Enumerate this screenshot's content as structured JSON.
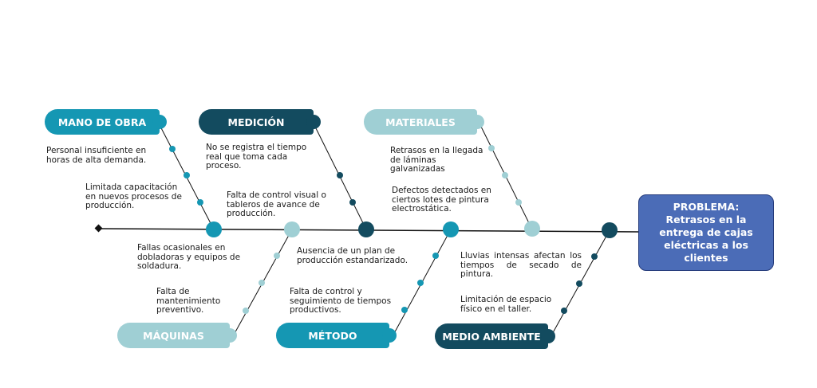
{
  "problem": "PROBLEMA: Retrasos en la entrega de cajas eléctricas a los clientes",
  "categories": {
    "mano_de_obra": "MANO DE OBRA",
    "medicion": "MEDICIÓN",
    "materiales": "MATERIALES",
    "maquinas": "MÁQUINAS",
    "metodo": "MÉTODO",
    "medio_ambiente": "MEDIO AMBIENTE"
  },
  "causes": {
    "mano_de_obra": [
      "Personal insuficiente en horas de alta demanda.",
      "Limitada capacitación en nuevos procesos de producción."
    ],
    "medicion": [
      "No se registra el tiempo real que toma cada proceso.",
      "Falta de control visual o tableros de avance de producción."
    ],
    "materiales": [
      "Retrasos en la llegada de láminas galvanizadas",
      "Defectos detectados en ciertos lotes de pintura electrostática."
    ],
    "maquinas": [
      "Fallas ocasionales en dobladoras y equipos de soldadura.",
      "Falta de mantenimiento preventivo."
    ],
    "metodo": [
      "Ausencia de un plan de producción estandarizado.",
      "Falta de control y seguimiento de tiempos productivos."
    ],
    "medio_ambiente": [
      "Lluvias intensas afectan los tiempos de secado de pintura.",
      "Limitación de espacio físico en el taller."
    ]
  },
  "colors": {
    "teal": "#1597b3",
    "dark_teal": "#134b5f",
    "light_teal": "#9fcfd4",
    "problem_fill": "#4b6cb7",
    "line": "#111111"
  }
}
